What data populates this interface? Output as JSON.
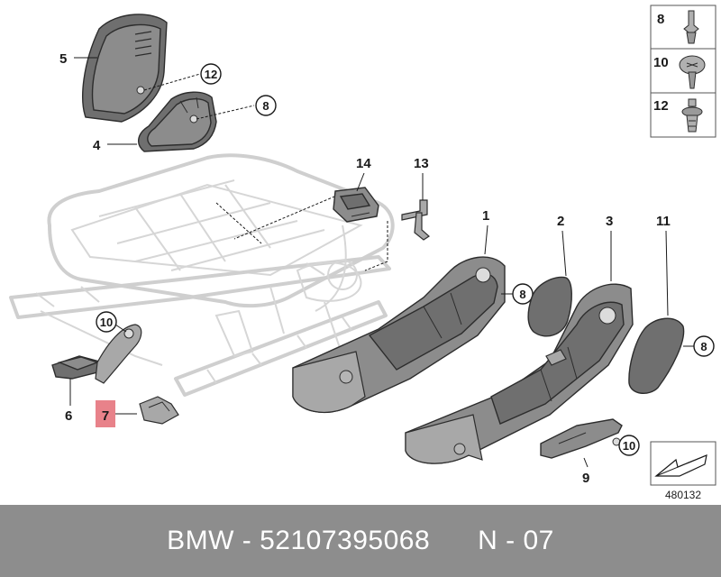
{
  "callouts": {
    "c1": "1",
    "c2": "2",
    "c3": "3",
    "c4": "4",
    "c5": "5",
    "c6": "6",
    "c7": "7",
    "c9": "9",
    "c11": "11",
    "c13": "13",
    "c14": "14"
  },
  "circled": {
    "a": "12",
    "b": "8",
    "c": "8",
    "d": "8",
    "e": "10",
    "f": "10"
  },
  "legend": {
    "l8": "8",
    "l10": "10",
    "l12": "12"
  },
  "highlight_color": "#e8828a",
  "diagram_id": "480132",
  "footer": {
    "text": "BMW - 52107395068      N - 07"
  }
}
